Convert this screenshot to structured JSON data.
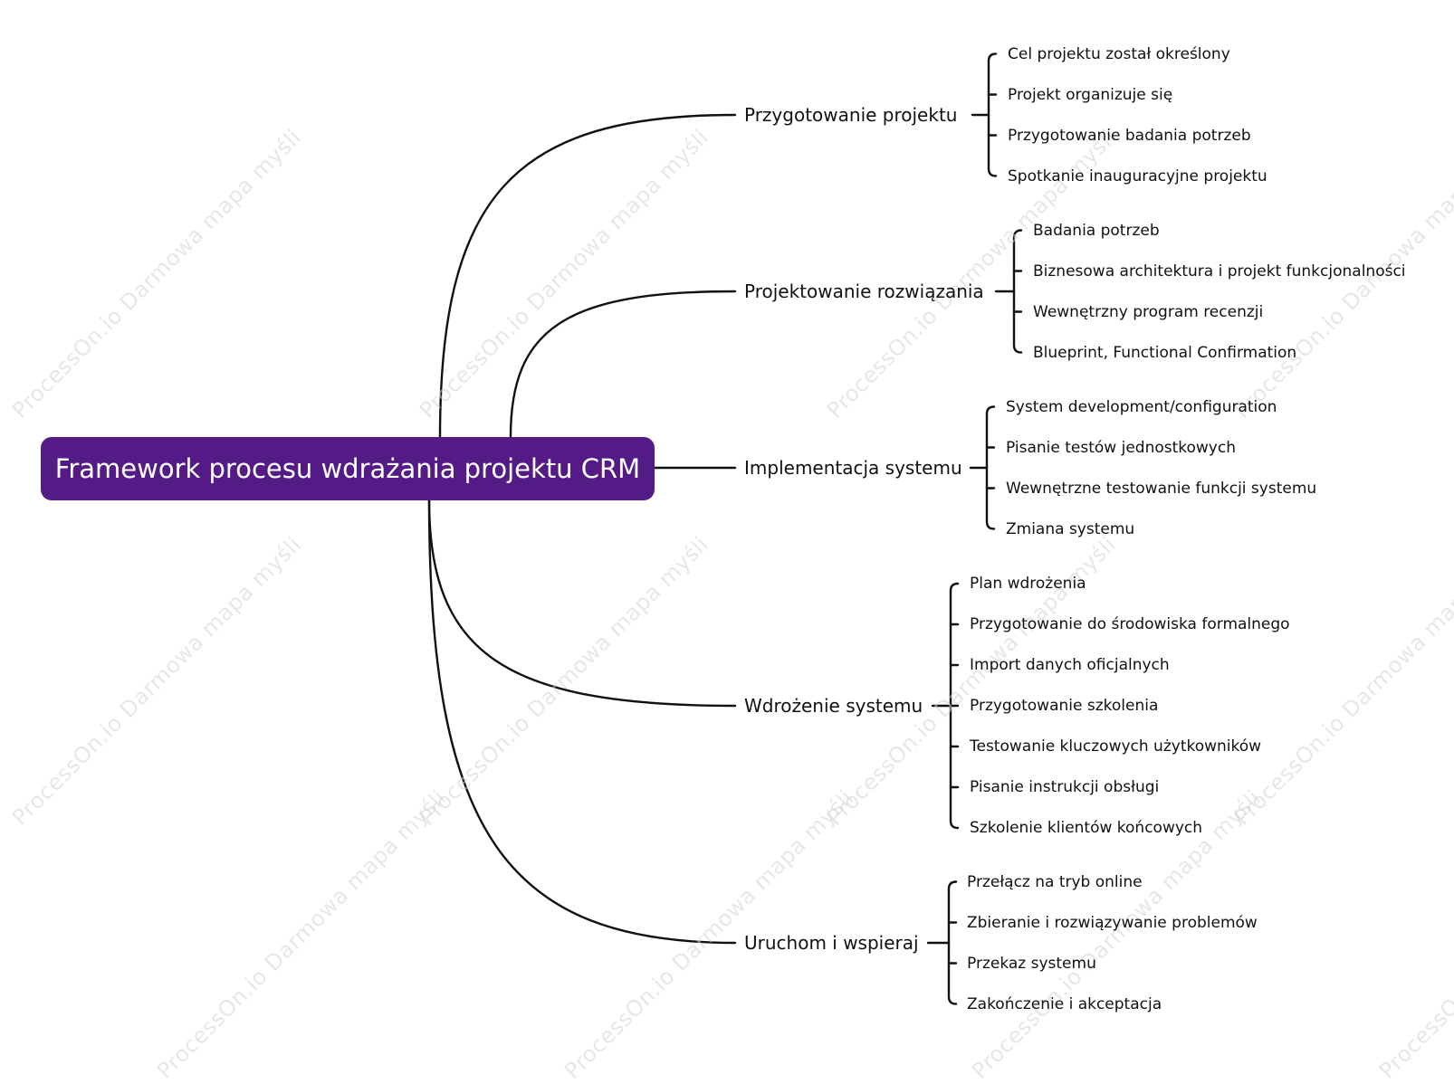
{
  "mindmap": {
    "root": "Framework procesu wdrażania projektu CRM",
    "watermark": "ProcessOn.io Darmowa mapa myśli",
    "colors": {
      "root_fill": "#541b86",
      "root_text": "#ffffff",
      "line": "#111111"
    },
    "branches": [
      {
        "label": "Przygotowanie projektu",
        "children": [
          "Cel projektu został określony",
          "Projekt organizuje się",
          "Przygotowanie badania potrzeb",
          "Spotkanie inauguracyjne projektu"
        ]
      },
      {
        "label": "Projektowanie rozwiązania",
        "children": [
          "Badania potrzeb",
          "Biznesowa architektura i projekt funkcjonalności",
          "Wewnętrzny program recenzji",
          "Blueprint, Functional Confirmation"
        ]
      },
      {
        "label": "Implementacja systemu",
        "children": [
          "System development/configuration",
          "Pisanie testów jednostkowych",
          "Wewnętrzne testowanie funkcji systemu",
          "Zmiana systemu"
        ]
      },
      {
        "label": "Wdrożenie systemu",
        "children": [
          "Plan wdrożenia",
          "Przygotowanie do środowiska formalnego",
          "Import danych oficjalnych",
          "Przygotowanie szkolenia",
          "Testowanie kluczowych użytkowników",
          "Pisanie instrukcji obsługi",
          "Szkolenie klientów końcowych"
        ]
      },
      {
        "label": "Uruchom i wspieraj",
        "children": [
          "Przełącz na tryb online",
          "Zbieranie i rozwiązywanie problemów",
          "Przekaz systemu",
          "Zakończenie i akceptacja"
        ]
      }
    ]
  }
}
